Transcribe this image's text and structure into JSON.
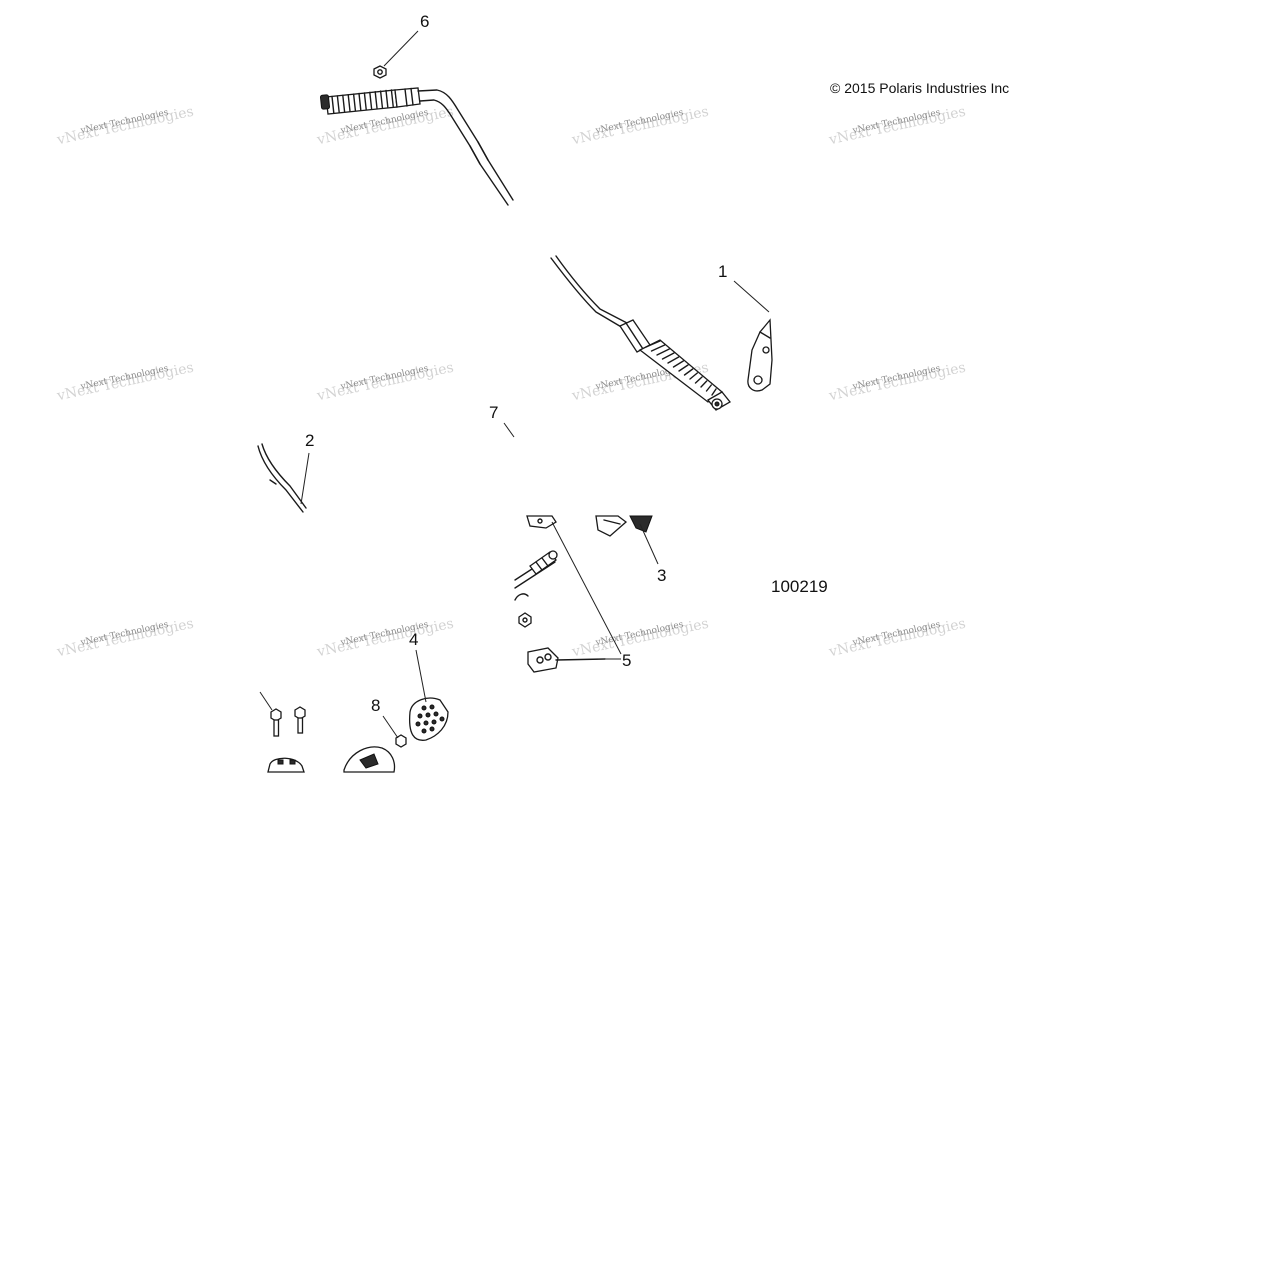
{
  "copyright": "© 2015 Polaris Industries Inc",
  "illustration_id": "100219",
  "watermark_text": "vNext Technologies",
  "callouts": [
    {
      "id": "callout-6",
      "label": "6"
    },
    {
      "id": "callout-1a",
      "label": "1"
    },
    {
      "id": "callout-7",
      "label": "7"
    },
    {
      "id": "callout-2",
      "label": "2"
    },
    {
      "id": "callout-3",
      "label": "3"
    },
    {
      "id": "callout-5",
      "label": "5"
    },
    {
      "id": "callout-4",
      "label": "4"
    },
    {
      "id": "callout-8",
      "label": "8"
    }
  ],
  "colors": {
    "line": "#1a1a1a",
    "watermark": "#8a8a8a",
    "background": "#ffffff"
  }
}
